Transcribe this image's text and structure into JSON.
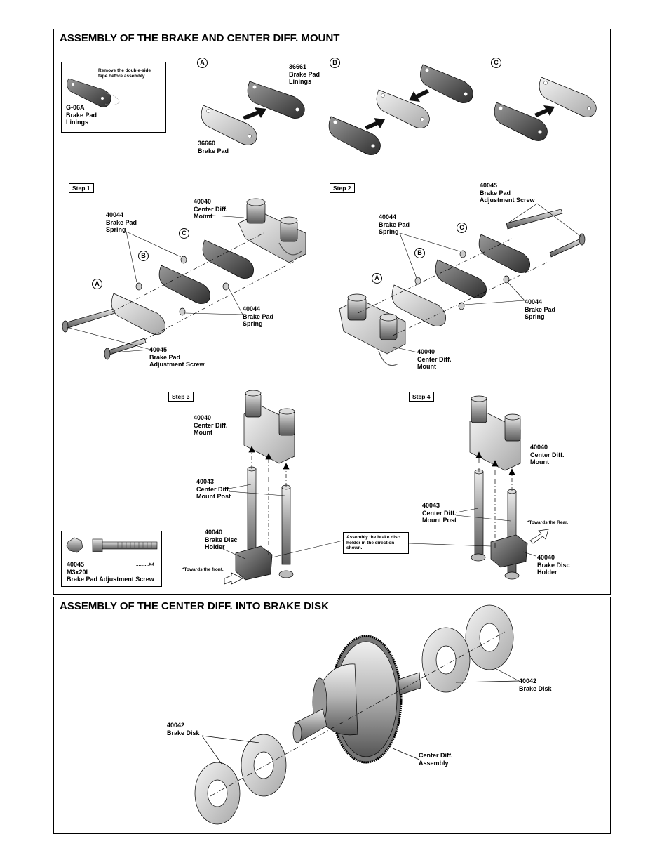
{
  "section1": {
    "title": "ASSEMBLY OF THE BRAKE AND CENTER DIFF. MOUNT",
    "inset_note": "Remove the double-side\ntape before assembly.",
    "inset_part": "G-06A\nBrake Pad\nLinings",
    "circle_a": "A",
    "circle_b": "B",
    "circle_c": "C",
    "lbl_36661": "36661\nBrake Pad\nLinings",
    "lbl_36660": "36660\nBrake Pad",
    "step1": {
      "label": "Step 1",
      "center_mount": "40040\nCenter Diff.\nMount",
      "spring_top": "40044\nBrake Pad\nSpring",
      "spring_bottom": "40044\nBrake Pad\nSpring",
      "screw": "40045\nBrake Pad\nAdjustment Screw"
    },
    "step2": {
      "label": "Step 2",
      "screw": "40045\nBrake Pad\nAdjustment Screw",
      "spring_top": "40044\nBrake Pad\nSpring",
      "spring_right": "40044\nBrake Pad\nSpring",
      "center_mount": "40040\nCenter Diff.\nMount"
    },
    "step3": {
      "label": "Step 3",
      "center_mount": "40040\nCenter Diff.\nMount",
      "post": "40043\nCenter Diff.\nMount Post",
      "holder": "40040\nBrake Disc\nHolder",
      "towards": "*Towards the front."
    },
    "step4": {
      "label": "Step 4",
      "center_mount": "40040\nCenter Diff.\nMount",
      "post": "40043\nCenter Diff.\nMount Post",
      "holder": "40040\nBrake Disc\nHolder",
      "towards": "*Towards the Rear."
    },
    "note_box": "Assembly the brake disc\nholder in the direction\nshown.",
    "parts_box": {
      "code": "40045\nM3x20L\nBrake Pad Adjustment Screw",
      "qty": "..........X4"
    }
  },
  "section2": {
    "title": "ASSEMBLY OF THE CENTER DIFF. INTO BRAKE DISK",
    "disk_right": "40042\nBrake Disk",
    "disk_left": "40042\nBrake Disk",
    "center_diff": "Center Diff.\nAssembly"
  }
}
